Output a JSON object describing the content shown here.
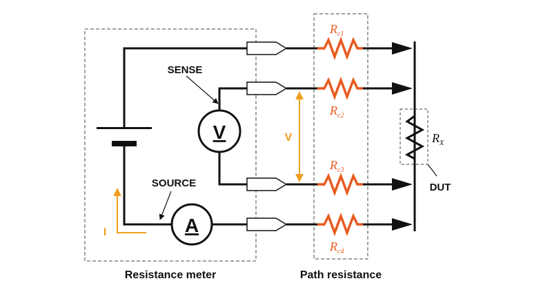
{
  "colors": {
    "wire": "#111111",
    "resistor": "#e85a1e",
    "current": "#f0a020",
    "box_border": "#444444",
    "background": "#ffffff"
  },
  "labels": {
    "sense": "SENSE",
    "source": "SOURCE",
    "voltage": "V",
    "current": "I",
    "voltmeter": "V",
    "ammeter": "A",
    "dut": "DUT",
    "resistance_meter": "Resistance meter",
    "path_resistance": "Path resistance"
  },
  "resistors": [
    {
      "main": "R",
      "sub": "c1"
    },
    {
      "main": "R",
      "sub": "c2"
    },
    {
      "main": "R",
      "sub": "c3"
    },
    {
      "main": "R",
      "sub": "c4"
    }
  ],
  "dut_resistor": {
    "main": "R",
    "sub": "X"
  }
}
